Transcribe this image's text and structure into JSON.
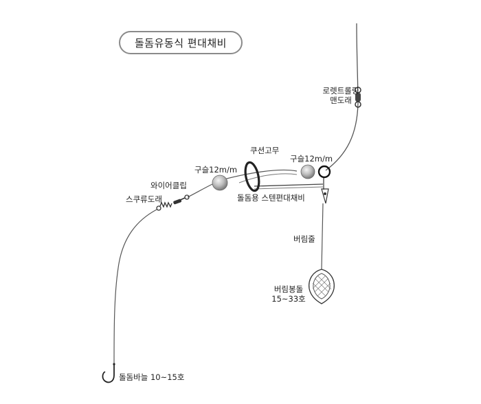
{
  "title": "돌돔유동식 편대채비",
  "labels": {
    "rolling_swivel_1": "로렛트롤링",
    "rolling_swivel_2": "맨도래",
    "cushion_rubber": "쿠션고무",
    "bead_right": "구슬12m/m",
    "bead_left": "구슬12m/m",
    "wire_clip": "와이어클립",
    "screw_swivel": "스쿠류도래",
    "stainless_rig": "돌돔용 스텐편대채비",
    "sinker_line": "버림줄",
    "sinker_1": "버림봉돌",
    "sinker_2": "15~33호",
    "hook": "돌돔바늘 10~15호"
  }
}
